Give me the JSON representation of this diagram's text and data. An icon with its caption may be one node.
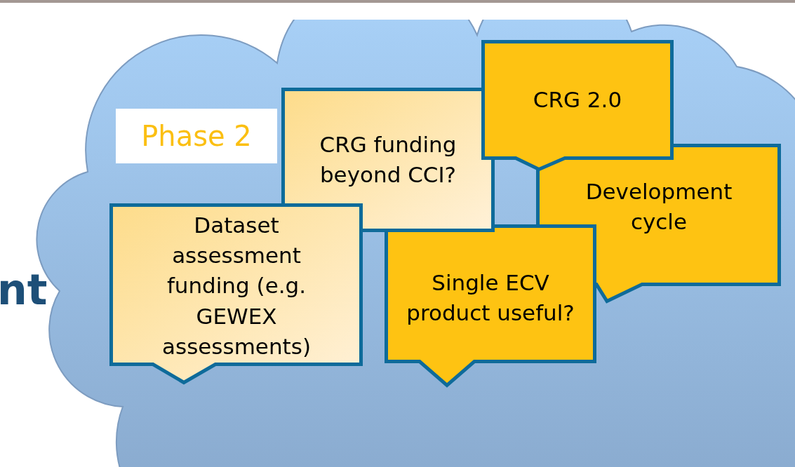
{
  "diagram": {
    "nodes": [
      {
        "text": [],
        "shape": "cloud"
      },
      {
        "text": [
          "Phase 2"
        ],
        "in": 0
      },
      {
        "text": [
          "CRG funding beyond CCI?"
        ],
        "in": 0
      },
      {
        "text": [
          "CRG 2.0"
        ],
        "in": 0
      },
      {
        "text": [
          "Development cycle"
        ],
        "in": 0
      },
      {
        "text": [
          "Dataset assessment funding (e.g. GEWEX assessments)"
        ],
        "in": 0
      },
      {
        "text": [
          "Single ECV product useful?"
        ],
        "in": 0
      }
    ],
    "labels": [
      "nt"
    ]
  }
}
